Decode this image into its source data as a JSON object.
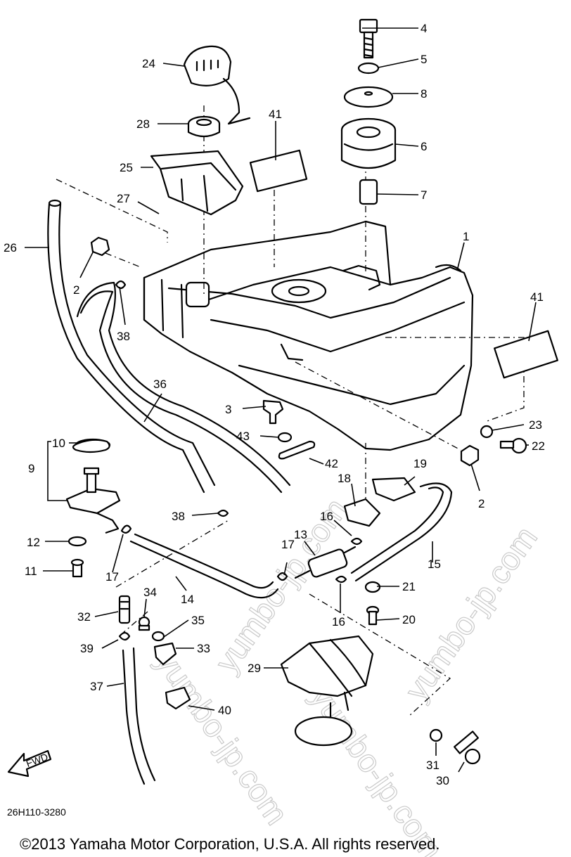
{
  "diagram": {
    "part_code": "26H110-3280",
    "copyright": "©2013 Yamaha Motor Corporation, U.S.A. All rights reserved.",
    "fwd_label": "FWD",
    "watermark": "yumbo-jp.com",
    "callouts": [
      "1",
      "2",
      "2",
      "3",
      "4",
      "5",
      "6",
      "7",
      "8",
      "9",
      "10",
      "11",
      "12",
      "13",
      "14",
      "15",
      "16",
      "16",
      "17",
      "17",
      "18",
      "19",
      "20",
      "21",
      "22",
      "23",
      "24",
      "25",
      "26",
      "27",
      "28",
      "29",
      "30",
      "31",
      "32",
      "33",
      "34",
      "35",
      "36",
      "37",
      "38",
      "38",
      "39",
      "40",
      "41",
      "41",
      "42",
      "43"
    ]
  }
}
